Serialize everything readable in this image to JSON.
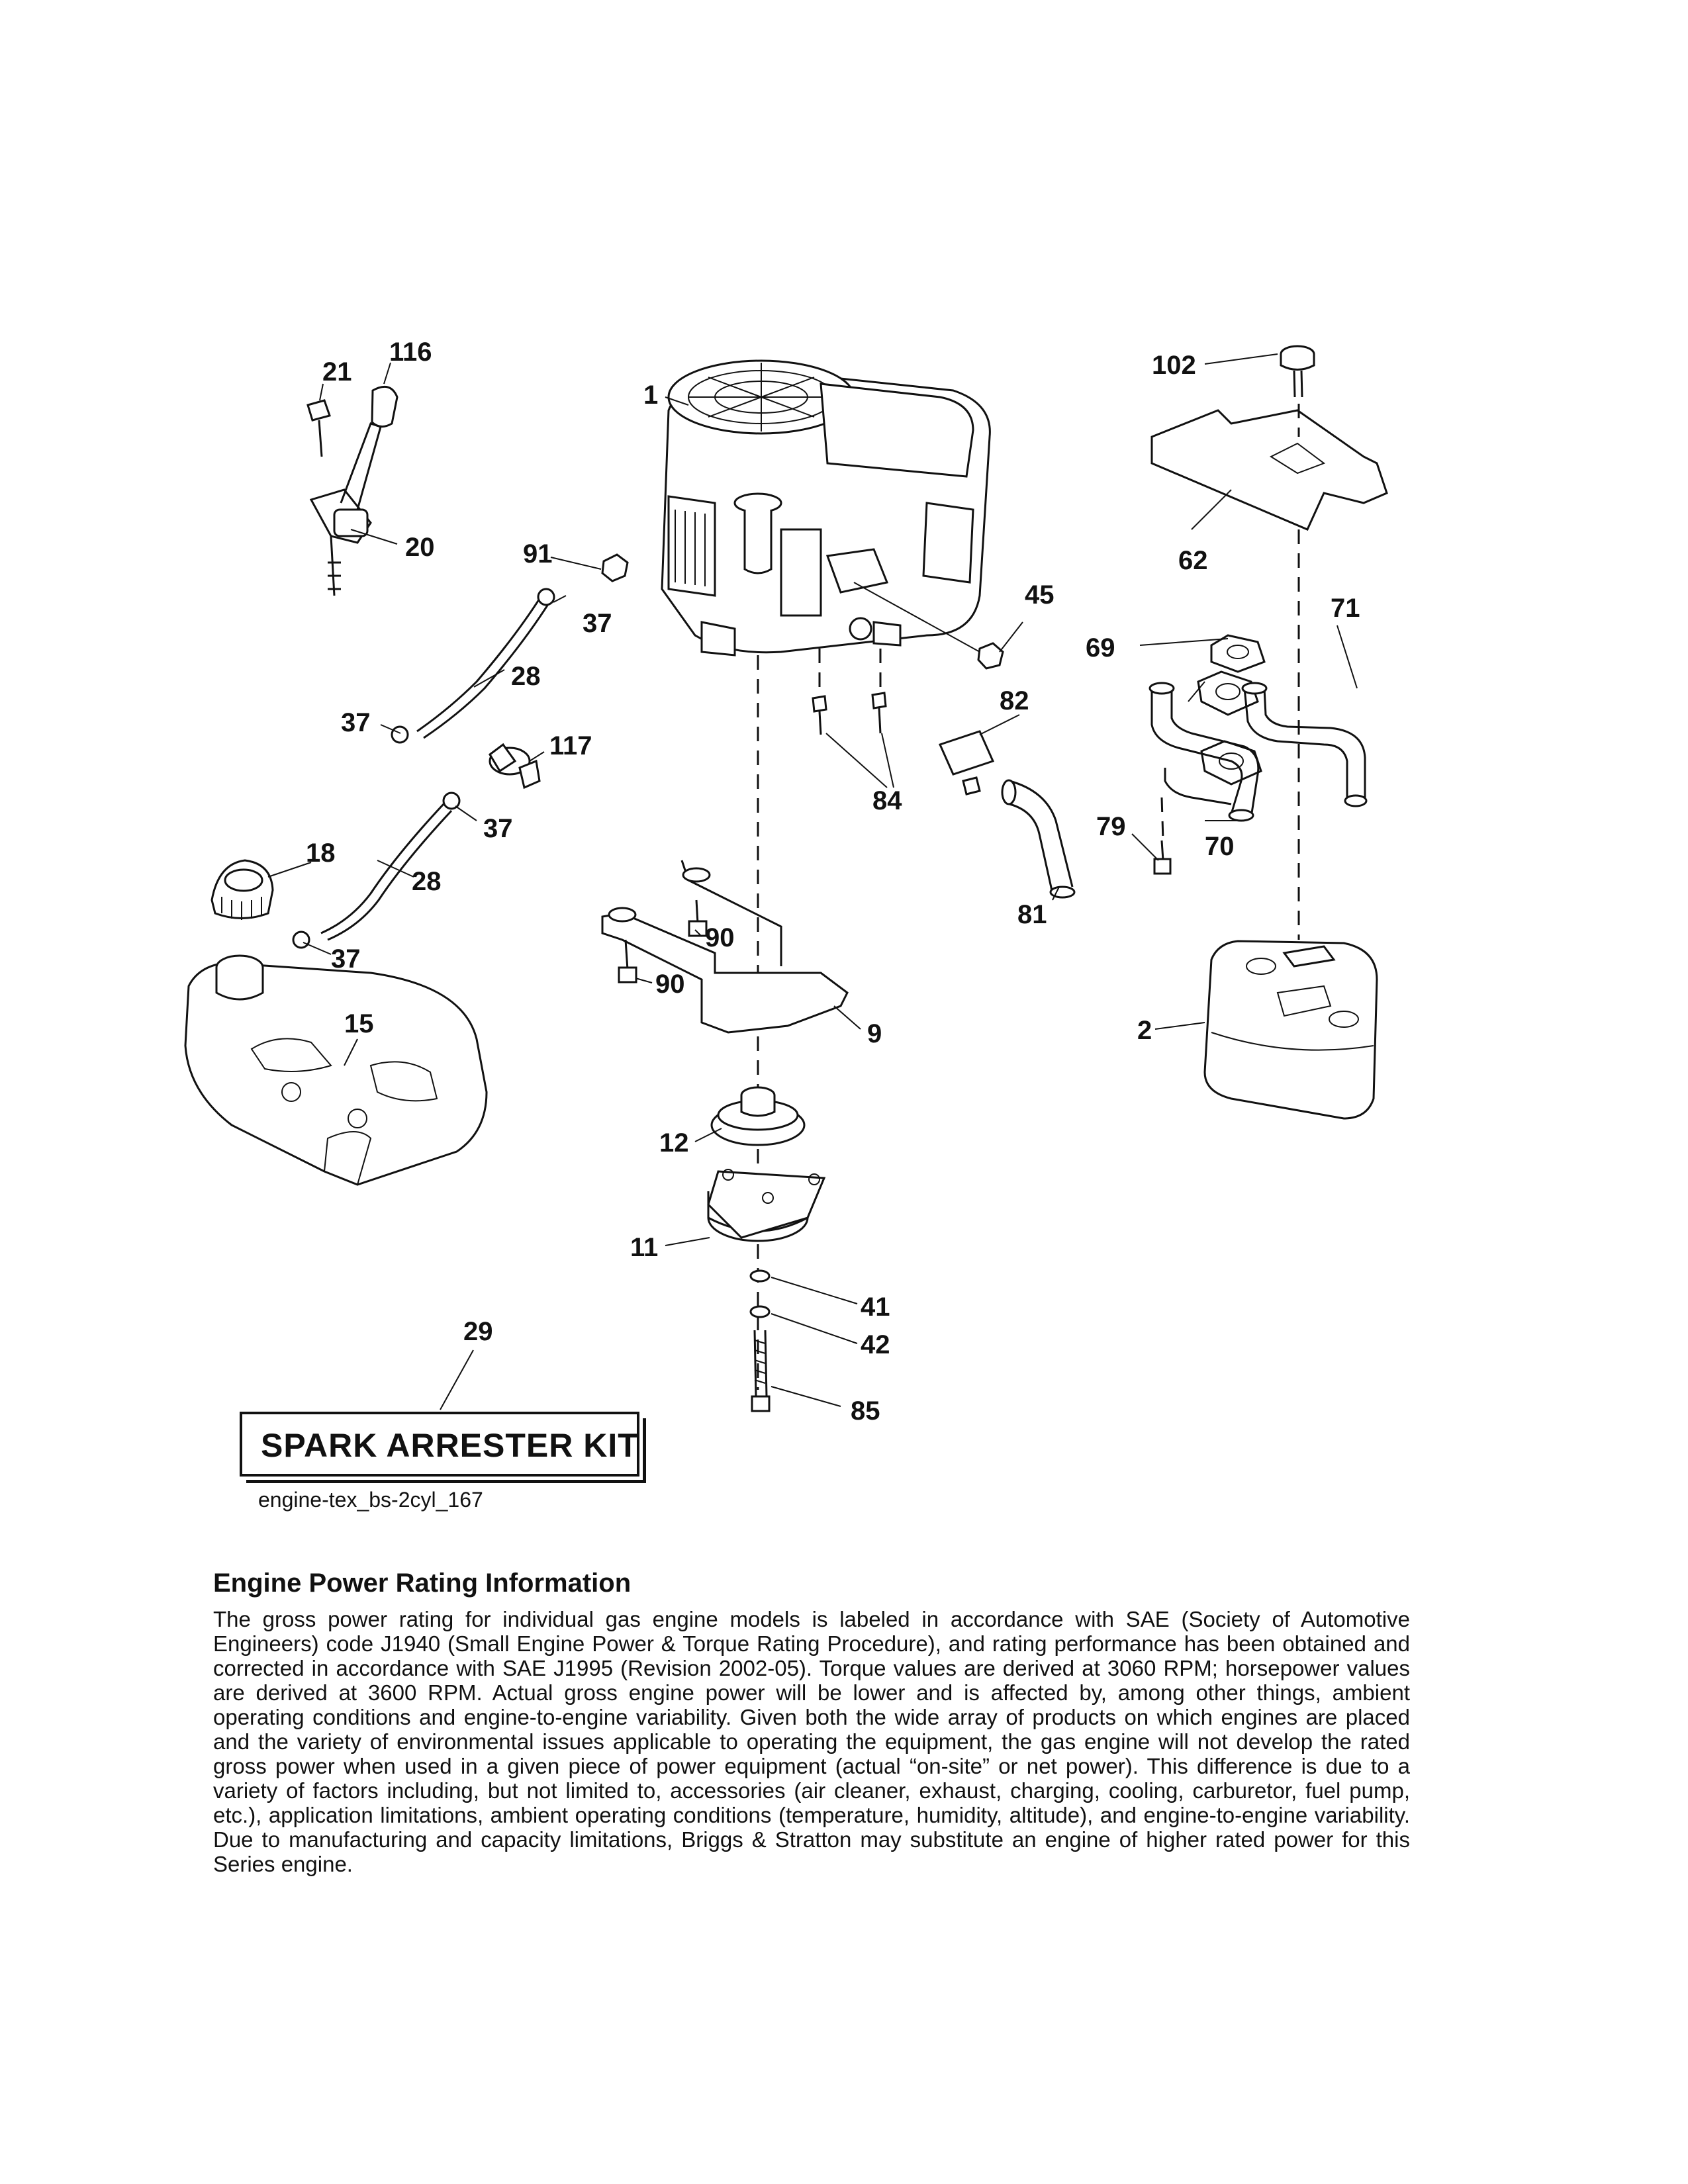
{
  "diagram": {
    "callouts": {
      "c1": "1",
      "c2": "2",
      "c9": "9",
      "c11": "11",
      "c12": "12",
      "c15": "15",
      "c18": "18",
      "c20": "20",
      "c21": "21",
      "c28a": "28",
      "c28b": "28",
      "c29": "29",
      "c37a": "37",
      "c37b": "37",
      "c37c": "37",
      "c37d": "37",
      "c41": "41",
      "c42": "42",
      "c45": "45",
      "c62": "62",
      "c69": "69",
      "c70": "70",
      "c71": "71",
      "c79": "79",
      "c81": "81",
      "c82": "82",
      "c84": "84",
      "c85": "85",
      "c90a": "90",
      "c90b": "90",
      "c91": "91",
      "c102": "102",
      "c116": "116",
      "c117": "117"
    },
    "kit_label": "SPARK ARRESTER KIT",
    "reference_code": "engine-tex_bs-2cyl_167"
  },
  "info": {
    "title": "Engine Power Rating Information",
    "paragraph": "The gross power rating for individual gas engine models is labeled in accordance with SAE (Society of Automotive Engineers) code J1940 (Small Engine Power & Torque Rating Procedure), and rating performance has been obtained and corrected in accordance with SAE J1995 (Revision 2002-05). Torque values are derived at 3060 RPM; horsepower values are derived at 3600 RPM. Actual gross engine power will be lower and is affected by, among other things, ambient operating conditions and engine-to-engine variability. Given both the wide array of products on which engines are placed and the variety of environmental issues applicable to operating the equipment, the gas engine will not develop the rated gross power when used in a given piece of power equipment (actual “on-site” or net power). This difference is due to a variety of factors including, but not limited to, accessories (air cleaner, exhaust, charging, cooling, carburetor, fuel pump, etc.), application limitations, ambient operating conditions (temperature, humidity, altitude), and engine-to-engine variability. Due to manufacturing and capacity limitations, Briggs & Stratton may substitute an engine of higher rated power for this Series engine."
  }
}
